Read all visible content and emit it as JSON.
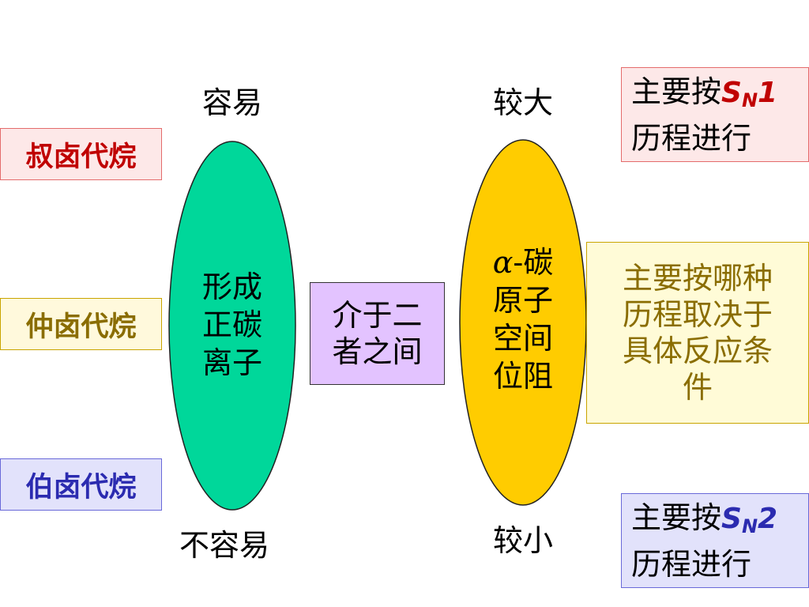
{
  "colors": {
    "green_ellipse": "#00d79a",
    "yellow_ellipse": "#ffcc00",
    "tertiary_red": "#c00000",
    "secondary_olive": "#8a6d00",
    "primary_blue": "#2b2bb0",
    "middle_purple": "#e3c3ff"
  },
  "left_labels": {
    "tertiary": "叔卤代烷",
    "secondary": "仲卤代烷",
    "primary": "伯卤代烷"
  },
  "carbocation": {
    "top": "容易",
    "bottom": "不容易",
    "lines": [
      "形成",
      "正碳",
      "离子"
    ]
  },
  "middle": {
    "lines": [
      "介于二",
      "者之间"
    ]
  },
  "steric": {
    "top": "较大",
    "bottom": "较小",
    "alpha": "α",
    "line1_rest": "-碳",
    "lines": [
      "原子",
      "空间",
      "位阻"
    ]
  },
  "mechanism": {
    "sn1": {
      "prefix": "主要按",
      "s": "S",
      "n": "N",
      "num": "1",
      "line2": "历程进行"
    },
    "sn2": {
      "prefix": "主要按",
      "s": "S",
      "n": "N",
      "num": "2",
      "line2": "历程进行"
    },
    "depends_lines": [
      "主要按哪种",
      "历程取决于",
      "具体反应条",
      "件"
    ]
  }
}
